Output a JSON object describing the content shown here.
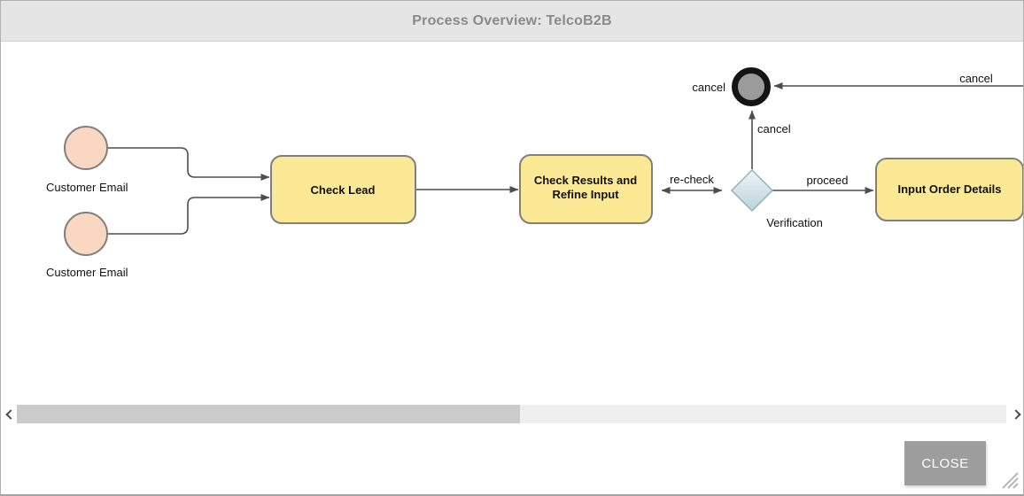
{
  "window": {
    "title": "Process Overview: TelcoB2B",
    "close_label": "CLOSE"
  },
  "diagram": {
    "start_events": [
      {
        "label": "Customer Email"
      },
      {
        "label": "Customer Email"
      }
    ],
    "tasks": {
      "check_lead": {
        "label": "Check Lead"
      },
      "check_results": {
        "line1": "Check Results and",
        "line2": "Refine Input"
      },
      "input_order": {
        "label": "Input Order Details"
      }
    },
    "gateway": {
      "label": "Verification"
    },
    "end_event": {
      "label": "cancel"
    },
    "edges": {
      "recheck": {
        "label": "re-check"
      },
      "proceed": {
        "label": "proceed"
      },
      "cancel_up": {
        "label": "cancel"
      },
      "cancel_in": {
        "label": "cancel"
      }
    },
    "colors": {
      "task_fill": "#FBE995",
      "task_border": "#7f7f7f",
      "event_fill": "#F9D7C0",
      "event_border": "#7f7f7f",
      "gateway_fill_top": "#EEF5F6",
      "gateway_fill_bottom": "#BAD3DA",
      "gateway_border": "#96B2BA",
      "end_ring": "#141414",
      "end_fill": "#9B9B9B",
      "edge_stroke": "#4d4d4d"
    }
  },
  "scrollbar": {
    "left_icon": "chevron-left",
    "right_icon": "chevron-right"
  },
  "footer": {
    "resize_icon": "resize-grip"
  }
}
